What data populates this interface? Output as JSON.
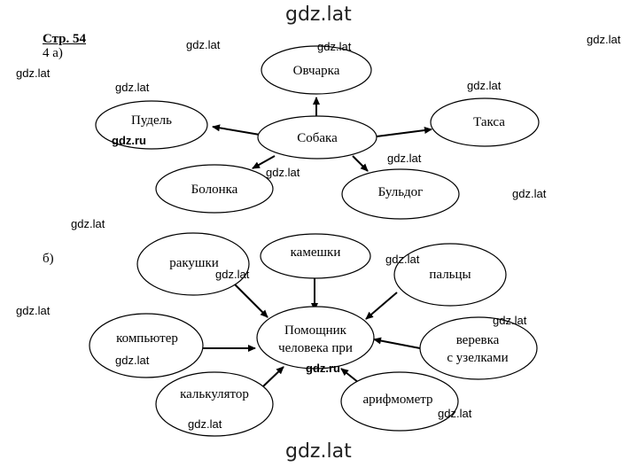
{
  "watermarks": {
    "top": "gdz.lat",
    "bottom": "gdz.lat",
    "small": "gdz.lat",
    "ru": "gdz.ru"
  },
  "page_label": "Стр. 54",
  "task_a": "4 а)",
  "task_b": "б)",
  "diagram_a": {
    "center": "Собака",
    "nodes": [
      "Овчарка",
      "Пудель",
      "Такса",
      "Болонка",
      "Бульдог"
    ]
  },
  "diagram_b": {
    "center_line1": "Помощник",
    "center_line2": "человека при",
    "nodes": [
      "ракушки",
      "камешки",
      "пальцы",
      "компьютер",
      "веревка",
      "с узелками",
      "калькулятор",
      "арифмометр"
    ]
  }
}
